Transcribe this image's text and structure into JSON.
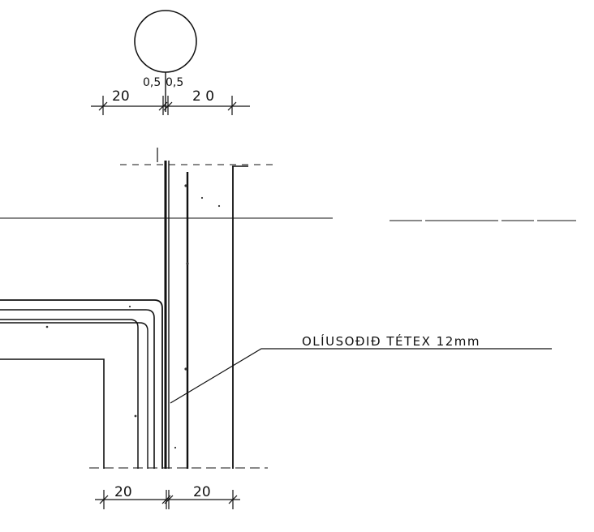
{
  "top_dimensions": {
    "left_width": "20",
    "left_half": "0,5",
    "right_half": "0,5",
    "right_width": "2 0"
  },
  "bottom_dimensions": {
    "left_width": "20",
    "right_width": "20"
  },
  "callout": {
    "label": "OLÍUSOÐIÐ TÉTEX 12mm"
  }
}
